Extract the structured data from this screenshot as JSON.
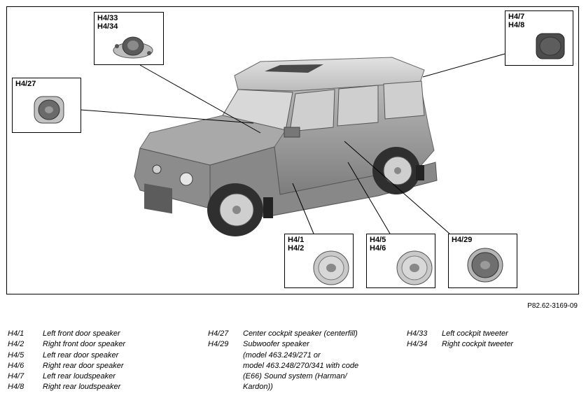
{
  "callouts": {
    "h433": "H4/33\nH4/34",
    "h47": "H4/7\nH4/8",
    "h427": "H4/27",
    "h41": "H4/1\nH4/2",
    "h45": "H4/5\nH4/6",
    "h429": "H4/29"
  },
  "figure_ref": "P82.62-3169-09",
  "legend": {
    "col1": [
      {
        "code": "H4/1",
        "desc": "Left front door speaker"
      },
      {
        "code": "H4/2",
        "desc": "Right front door speaker"
      },
      {
        "code": "H4/5",
        "desc": "Left rear door speaker"
      },
      {
        "code": "H4/6",
        "desc": "Right rear door speaker"
      },
      {
        "code": "H4/7",
        "desc": "Left rear loudspeaker"
      },
      {
        "code": "H4/8",
        "desc": "Right rear loudspeaker"
      }
    ],
    "col2": [
      {
        "code": "H4/27",
        "desc": "Center cockpit speaker (centerfill)"
      },
      {
        "code": "H4/29",
        "desc": "Subwoofer speaker\n(model 463.249/271 or\nmodel 463.248/270/341 with code\n(E66) Sound system (Harman/\nKardon))"
      }
    ],
    "col3": [
      {
        "code": "H4/33",
        "desc": "Left cockpit tweeter"
      },
      {
        "code": "H4/34",
        "desc": "Right cockpit tweeter"
      }
    ]
  }
}
